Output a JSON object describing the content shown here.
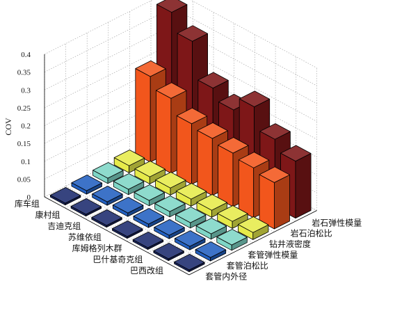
{
  "chart_data": {
    "type": "bar3d",
    "zlabel": "COV",
    "zlim": [
      0,
      0.4
    ],
    "zticks": [
      "0",
      "0.05",
      "0.1",
      "0.15",
      "0.2",
      "0.25",
      "0.3",
      "0.35",
      "0.4"
    ],
    "x_categories": [
      "库车组",
      "康村组",
      "吉迪克组",
      "苏维依组",
      "库姆格列木群",
      "巴什基奇克组",
      "巴西改组"
    ],
    "y_categories": [
      "套管内外径",
      "套管泊松比",
      "套管弹性模量",
      "钻井液密度",
      "岩石泊松比",
      "岩石弹性模量"
    ],
    "series": [
      {
        "name": "套管内外径",
        "color": "#1c2a6e",
        "values": [
          0.005,
          0.005,
          0.005,
          0.005,
          0.005,
          0.005,
          0.005
        ]
      },
      {
        "name": "套管泊松比",
        "color": "#2260c0",
        "values": [
          0.01,
          0.01,
          0.01,
          0.01,
          0.01,
          0.01,
          0.01
        ]
      },
      {
        "name": "套管弹性模量",
        "color": "#7fd6c6",
        "values": [
          0.015,
          0.015,
          0.015,
          0.015,
          0.015,
          0.015,
          0.015
        ]
      },
      {
        "name": "钻井液密度",
        "color": "#e6ea4a",
        "values": [
          0.02,
          0.02,
          0.02,
          0.02,
          0.02,
          0.02,
          0.02
        ]
      },
      {
        "name": "岩石泊松比",
        "color": "#f2561c",
        "values": [
          0.24,
          0.21,
          0.17,
          0.16,
          0.15,
          0.14,
          0.13
        ]
      },
      {
        "name": "岩石弹性模量",
        "color": "#7e1718",
        "values": [
          0.39,
          0.34,
          0.24,
          0.21,
          0.25,
          0.19,
          0.16
        ]
      }
    ]
  }
}
